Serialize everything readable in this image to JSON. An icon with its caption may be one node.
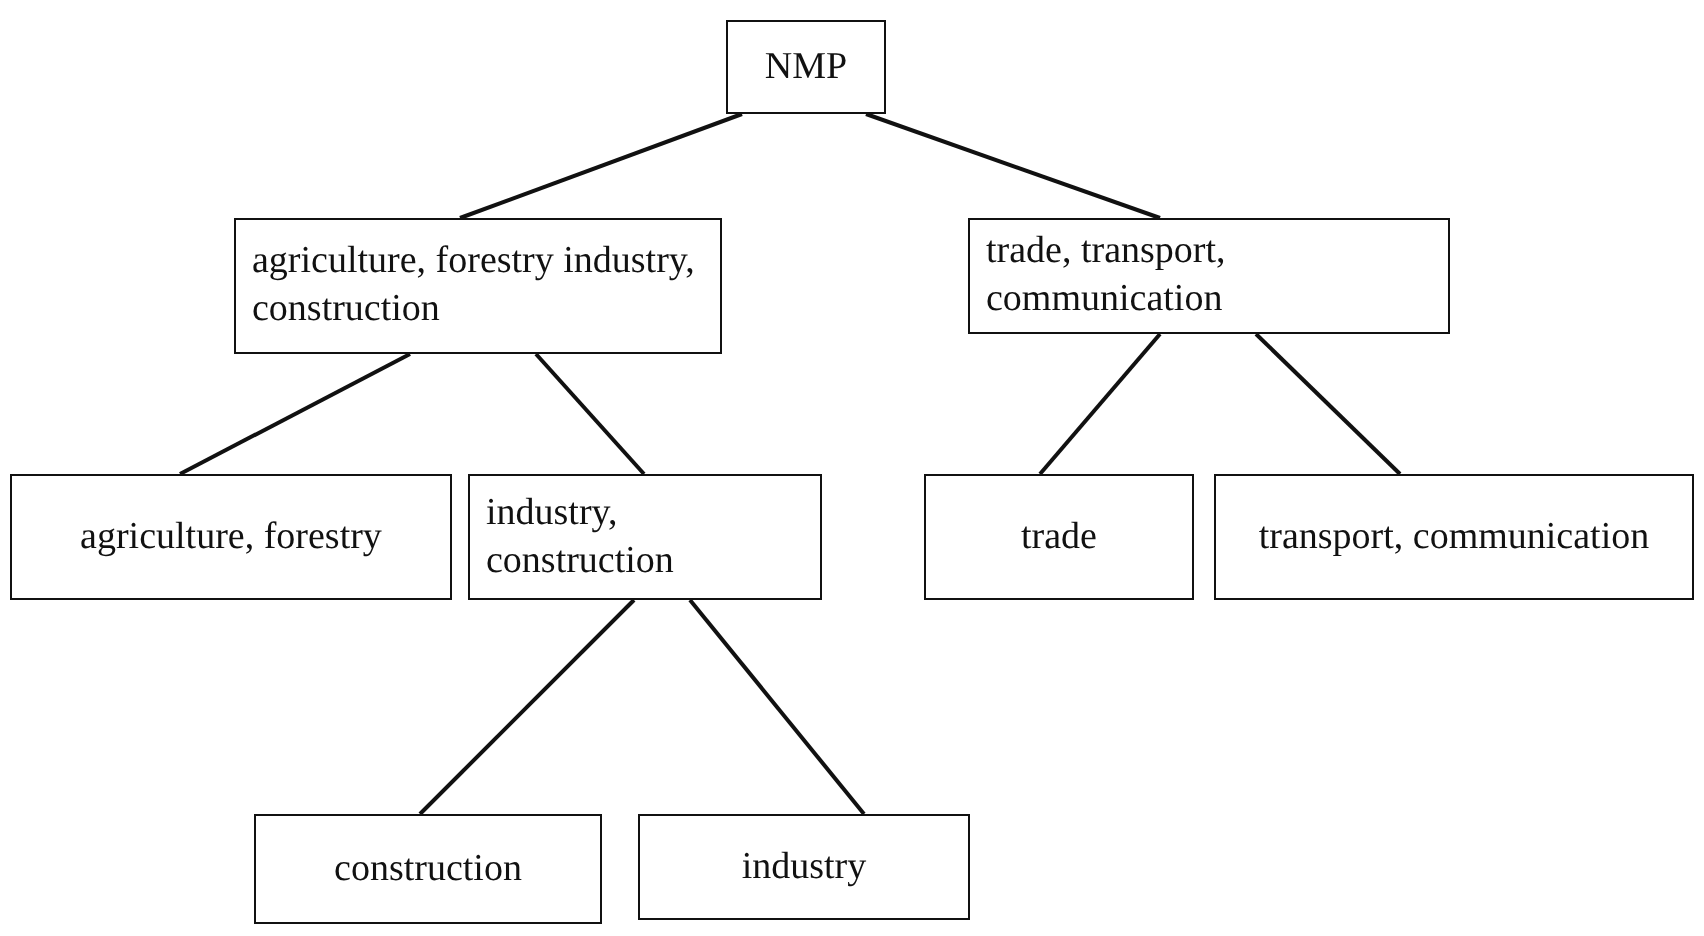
{
  "diagram": {
    "nodes": [
      {
        "text": [
          "NMP"
        ]
      },
      {
        "text": [
          "agriculture, forestry industry, construction"
        ]
      },
      {
        "text": [
          "trade, transport, communication"
        ]
      },
      {
        "text": [
          "agriculture, forestry"
        ]
      },
      {
        "text": [
          "industry, construction"
        ]
      },
      {
        "text": [
          "trade"
        ]
      },
      {
        "text": [
          "transport, communication"
        ]
      },
      {
        "text": [
          "construction"
        ]
      },
      {
        "text": [
          "industry"
        ]
      }
    ],
    "edges": [
      {
        "from": 0,
        "to": 1,
        "arrow": "none"
      },
      {
        "from": 0,
        "to": 2,
        "arrow": "none"
      },
      {
        "from": 1,
        "to": 3,
        "arrow": "none"
      },
      {
        "from": 1,
        "to": 4,
        "arrow": "none"
      },
      {
        "from": 2,
        "to": 5,
        "arrow": "none"
      },
      {
        "from": 2,
        "to": 6,
        "arrow": "none"
      },
      {
        "from": 4,
        "to": 7,
        "arrow": "none"
      },
      {
        "from": 4,
        "to": 8,
        "arrow": "none"
      }
    ]
  }
}
